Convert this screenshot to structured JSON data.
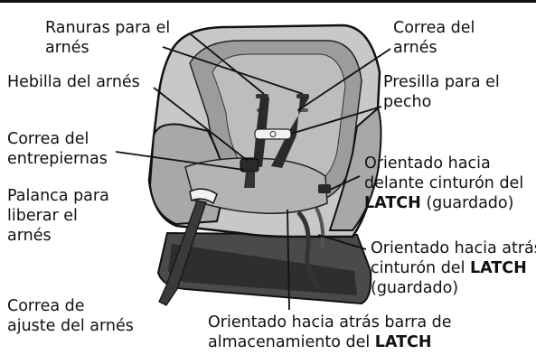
{
  "labels": {
    "harness_slots": {
      "line1": "Ranuras para el",
      "line2": "arnés"
    },
    "harness_strap": {
      "line1": "Correa del",
      "line2": "arnés"
    },
    "harness_buckle": {
      "text": "Hebilla del arnés"
    },
    "chest_clip": {
      "line1": "Presilla para el",
      "line2": "pecho"
    },
    "crotch_strap": {
      "line1": "Correa del",
      "line2": "entrepiernas"
    },
    "forward_latch": {
      "line1": "Orientado hacia",
      "line2": "delante cinturón del",
      "bold": "LATCH",
      "suffix": " (guardado)"
    },
    "harness_release": {
      "line1": "Palanca para",
      "line2": "liberar el",
      "line3": "arnés"
    },
    "rear_latch_belt": {
      "line1": "Orientado hacia atrás",
      "line2_pre": "cinturón del ",
      "bold": "LATCH",
      "line3": "(guardado)"
    },
    "harness_adjust": {
      "line1": "Correa de",
      "line2": "ajuste del arnés"
    },
    "rear_latch_bar": {
      "line1": "Orientado hacia atrás barra de",
      "line2_pre": "almacenamiento del ",
      "bold": "LATCH"
    }
  }
}
